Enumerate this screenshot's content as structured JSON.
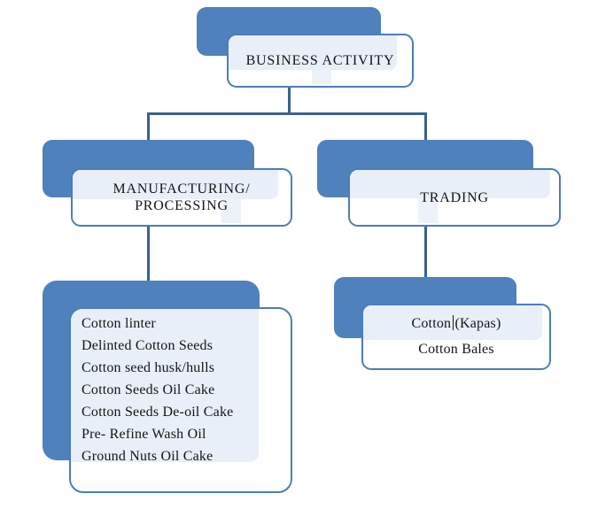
{
  "diagram_title": "Business activity tree diagram",
  "colors": {
    "shadow_rect_fill": "#4f81bd",
    "box_border": "#4c7dbb",
    "box_fill": "#ffffff",
    "band_fill": "#e9eff9",
    "connector": "#3a6191",
    "text": "#141414"
  },
  "root": {
    "label": "BUSINESS ACTIVITY"
  },
  "manufacturing": {
    "label_lines": [
      "MANUFACTURING/",
      "PROCESSING"
    ],
    "products": [
      "Cotton linter",
      "Delinted Cotton Seeds",
      "Cotton seed husk/hulls",
      "Cotton Seeds Oil Cake",
      "Cotton Seeds De-oil Cake",
      "Pre- Refine Wash Oil",
      "Ground Nuts Oil Cake"
    ]
  },
  "trading": {
    "label": "TRADING",
    "products": [
      "Cotton (Kapas)",
      "Cotton Bales"
    ]
  }
}
